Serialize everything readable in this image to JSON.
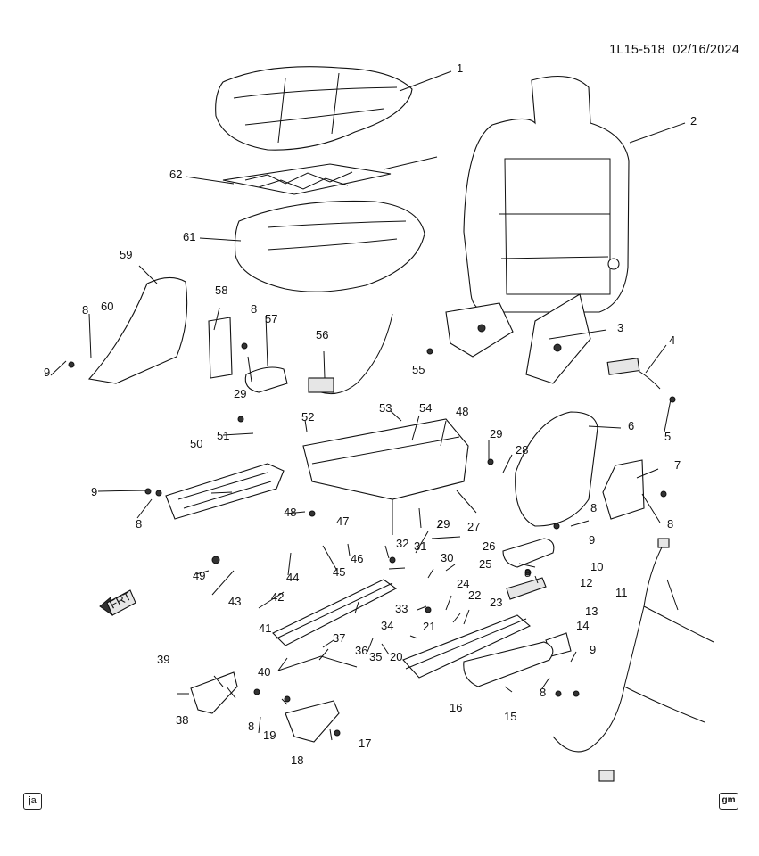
{
  "document_id": "1L15-518",
  "date": "02/16/2024",
  "corner_left": "ja",
  "corner_right": "gm",
  "front_arrow_label": "FRT",
  "callouts": [
    {
      "id": "c1",
      "text": "1"
    },
    {
      "id": "c2",
      "text": "2"
    },
    {
      "id": "c3",
      "text": "3"
    },
    {
      "id": "c4",
      "text": "4"
    },
    {
      "id": "c5",
      "text": "5"
    },
    {
      "id": "c6",
      "text": "6"
    },
    {
      "id": "c7",
      "text": "7"
    },
    {
      "id": "c8a",
      "text": "8"
    },
    {
      "id": "c8b",
      "text": "8"
    },
    {
      "id": "c8c",
      "text": "8"
    },
    {
      "id": "c8d",
      "text": "8"
    },
    {
      "id": "c8e",
      "text": "8"
    },
    {
      "id": "c8f",
      "text": "8"
    },
    {
      "id": "c8g",
      "text": "8"
    },
    {
      "id": "c8h",
      "text": "8"
    },
    {
      "id": "c9a",
      "text": "9"
    },
    {
      "id": "c9b",
      "text": "9"
    },
    {
      "id": "c9c",
      "text": "9"
    },
    {
      "id": "c9d",
      "text": "9"
    },
    {
      "id": "c10",
      "text": "10"
    },
    {
      "id": "c11",
      "text": "11"
    },
    {
      "id": "c12",
      "text": "12"
    },
    {
      "id": "c13",
      "text": "13"
    },
    {
      "id": "c14",
      "text": "14"
    },
    {
      "id": "c15",
      "text": "15"
    },
    {
      "id": "c16",
      "text": "16"
    },
    {
      "id": "c17",
      "text": "17"
    },
    {
      "id": "c18",
      "text": "18"
    },
    {
      "id": "c19",
      "text": "19"
    },
    {
      "id": "c20",
      "text": "20"
    },
    {
      "id": "c21",
      "text": "21"
    },
    {
      "id": "c22",
      "text": "22"
    },
    {
      "id": "c23",
      "text": "23"
    },
    {
      "id": "c24",
      "text": "24"
    },
    {
      "id": "c25",
      "text": "25"
    },
    {
      "id": "c26",
      "text": "26"
    },
    {
      "id": "c27",
      "text": "27"
    },
    {
      "id": "c28",
      "text": "28"
    },
    {
      "id": "c29a",
      "text": "29"
    },
    {
      "id": "c29b",
      "text": "29"
    },
    {
      "id": "c29c",
      "text": "29"
    },
    {
      "id": "c30",
      "text": "30"
    },
    {
      "id": "c31",
      "text": "31"
    },
    {
      "id": "c32",
      "text": "32"
    },
    {
      "id": "c33",
      "text": "33"
    },
    {
      "id": "c34",
      "text": "34"
    },
    {
      "id": "c35",
      "text": "35"
    },
    {
      "id": "c36",
      "text": "36"
    },
    {
      "id": "c37",
      "text": "37"
    },
    {
      "id": "c38",
      "text": "38"
    },
    {
      "id": "c39",
      "text": "39"
    },
    {
      "id": "c40",
      "text": "40"
    },
    {
      "id": "c41",
      "text": "41"
    },
    {
      "id": "c42",
      "text": "42"
    },
    {
      "id": "c43",
      "text": "43"
    },
    {
      "id": "c44",
      "text": "44"
    },
    {
      "id": "c45",
      "text": "45"
    },
    {
      "id": "c46",
      "text": "46"
    },
    {
      "id": "c47",
      "text": "47"
    },
    {
      "id": "c48a",
      "text": "48"
    },
    {
      "id": "c48b",
      "text": "48"
    },
    {
      "id": "c49",
      "text": "49"
    },
    {
      "id": "c50",
      "text": "50"
    },
    {
      "id": "c51",
      "text": "51"
    },
    {
      "id": "c52",
      "text": "52"
    },
    {
      "id": "c53",
      "text": "53"
    },
    {
      "id": "c54",
      "text": "54"
    },
    {
      "id": "c55",
      "text": "55"
    },
    {
      "id": "c56",
      "text": "56"
    },
    {
      "id": "c57",
      "text": "57"
    },
    {
      "id": "c58",
      "text": "58"
    },
    {
      "id": "c59",
      "text": "59"
    },
    {
      "id": "c60",
      "text": "60"
    },
    {
      "id": "c61",
      "text": "61"
    },
    {
      "id": "c62",
      "text": "62"
    }
  ]
}
